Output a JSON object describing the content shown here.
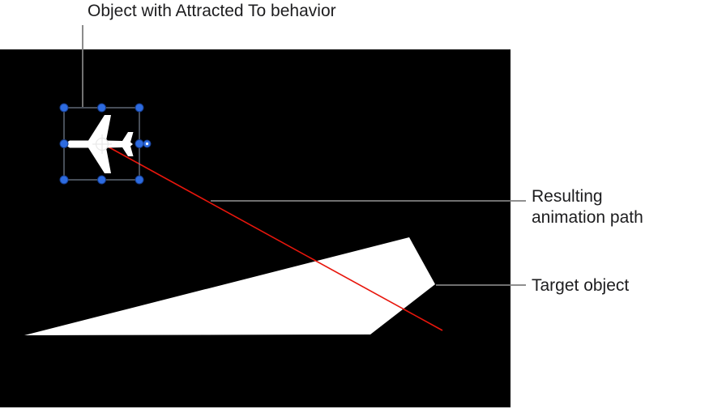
{
  "callouts": {
    "attracted_object": {
      "label": "Object with Attracted To behavior"
    },
    "animation_path": {
      "label": "Resulting animation path"
    },
    "target_object": {
      "label": "Target object"
    }
  },
  "colors": {
    "page_bg": "#ffffff",
    "canvas_bg": "#000000",
    "label_text": "#1d1d1f",
    "callout_line": "#7f7f7f",
    "animation_path_red": "#e8160c",
    "selection_handle_blue": "#2d6be0",
    "selection_outline": "#8e9bb0",
    "object_fill": "#ffffff"
  }
}
